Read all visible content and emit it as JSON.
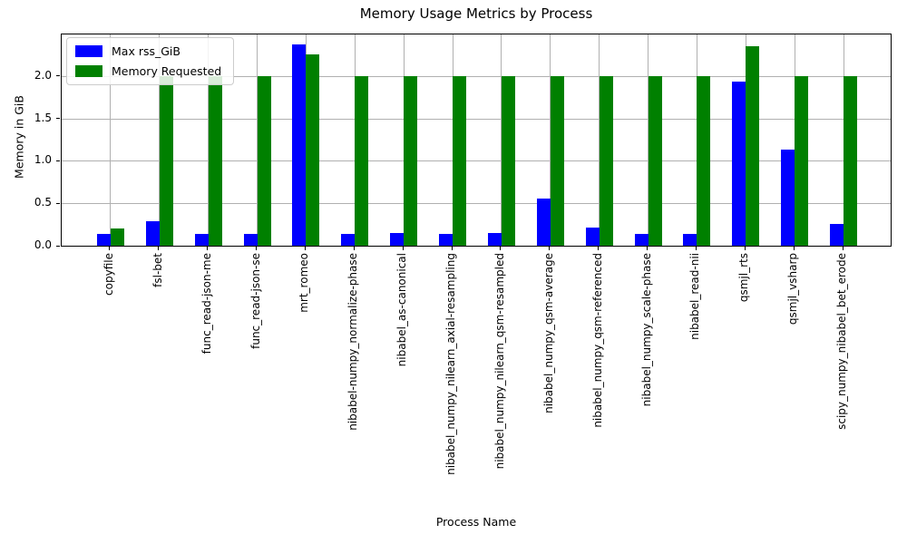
{
  "chart_data": {
    "type": "bar",
    "title": "Memory Usage Metrics by Process",
    "xlabel": "Process Name",
    "ylabel": "Memory in GiB",
    "ylim": [
      0,
      2.49
    ],
    "yticks": [
      0.0,
      0.5,
      1.0,
      1.5,
      2.0
    ],
    "grid": true,
    "legend_position": "upper left",
    "categories": [
      "copyfile",
      "fsl-bet",
      "func_read-json-me",
      "func_read-json-se",
      "mrt_romeo",
      "nibabel-numpy_normalize-phase",
      "nibabel_as-canonical",
      "nibabel_numpy_nilearn_axial-resampling",
      "nibabel_numpy_nilearn_qsm-resampled",
      "nibabel_numpy_qsm-average",
      "nibabel_numpy_qsm-referenced",
      "nibabel_numpy_scale-phase",
      "nibabel_read-nii",
      "qsmjl_rts",
      "qsmjl_vsharp",
      "scipy_numpy_nibabel_bet_erode"
    ],
    "series": [
      {
        "name": "Max rss_GiB",
        "color": "#0000ff",
        "values": [
          0.14,
          0.29,
          0.14,
          0.14,
          2.37,
          0.14,
          0.15,
          0.14,
          0.15,
          0.56,
          0.21,
          0.14,
          0.14,
          1.93,
          1.13,
          0.26
        ]
      },
      {
        "name": "Memory Requested",
        "color": "#008000",
        "values": [
          0.2,
          2.0,
          2.0,
          2.0,
          2.26,
          2.0,
          2.0,
          2.0,
          2.0,
          2.0,
          2.0,
          2.0,
          2.0,
          2.35,
          2.0,
          2.0
        ]
      }
    ],
    "colors": {
      "background": "#ffffff",
      "grid": "#b0b0b0",
      "axis": "#000000",
      "text": "#000000"
    }
  }
}
